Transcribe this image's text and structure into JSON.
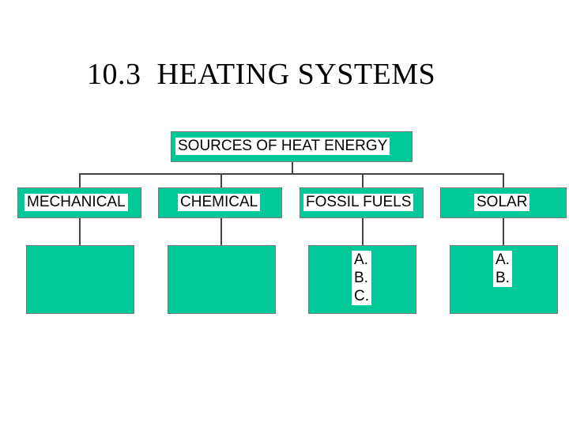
{
  "title": "10.3  HEATING SYSTEMS",
  "colors": {
    "box_fill": "#00c896",
    "line": "#444444"
  },
  "root": {
    "label": "SOURCES OF HEAT ENERGY"
  },
  "categories": [
    {
      "label": "MECHANICAL",
      "items": []
    },
    {
      "label": "CHEMICAL",
      "items": []
    },
    {
      "label": "FOSSIL FUELS",
      "items": [
        "A.",
        "B.",
        "C."
      ]
    },
    {
      "label": "SOLAR",
      "items": [
        "A.",
        "B."
      ]
    }
  ]
}
